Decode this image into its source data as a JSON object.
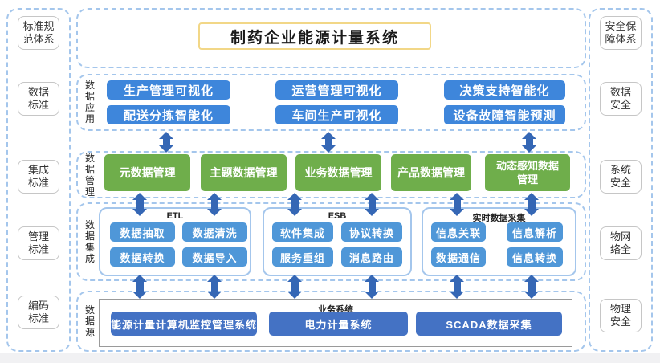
{
  "title": "制药企业能源计量系统",
  "left_panel": {
    "header": "标准规\n范体系",
    "items": [
      "数据\n标准",
      "集成\n标准",
      "管理\n标准",
      "编码\n标准"
    ]
  },
  "right_panel": {
    "header": "安全保\n障体系",
    "items": [
      "数据\n安全",
      "系统\n安全",
      "物网\n络全",
      "物理\n安全"
    ]
  },
  "rows": {
    "application": {
      "side_label": "数\n据\n应\n用",
      "buttons": [
        "生产管理可视化",
        "配送分拣智能化",
        "运营管理可视化",
        "车间生产可视化",
        "决策支持智能化",
        "设备故障智能预测"
      ]
    },
    "management": {
      "side_label": "数\n据\n管\n理",
      "buttons": [
        "元数据管理",
        "主题数据管理",
        "业务数据管理",
        "产品数据管理",
        "动态感知数据\n管理"
      ]
    },
    "integration": {
      "side_label": "数\n据\n集\n成",
      "groups": [
        {
          "title": "ETL",
          "items": [
            "数据抽取",
            "数据清洗",
            "数据转换",
            "数据导入"
          ]
        },
        {
          "title": "ESB",
          "items": [
            "软件集成",
            "协议转换",
            "服务重组",
            "消息路由"
          ]
        },
        {
          "title": "实时数据采集",
          "items": [
            "信息关联",
            "信息解析",
            "数据通信",
            "信息转换"
          ]
        }
      ]
    },
    "source": {
      "side_label": "数\n据\n源",
      "group_title": "业务系统",
      "buttons": [
        "能源计量计算机监控管理系统",
        "电力计量系统",
        "SCADA数据采集"
      ]
    }
  },
  "colors": {
    "dashed_border": "#a4c6ec",
    "app_blue": "#3e86db",
    "management_green": "#6fae4b",
    "integration_blue": "#4f97d8",
    "source_blue": "#4472c4",
    "arrow_blue": "#3567b5",
    "title_border_gold": "#f2d787"
  }
}
